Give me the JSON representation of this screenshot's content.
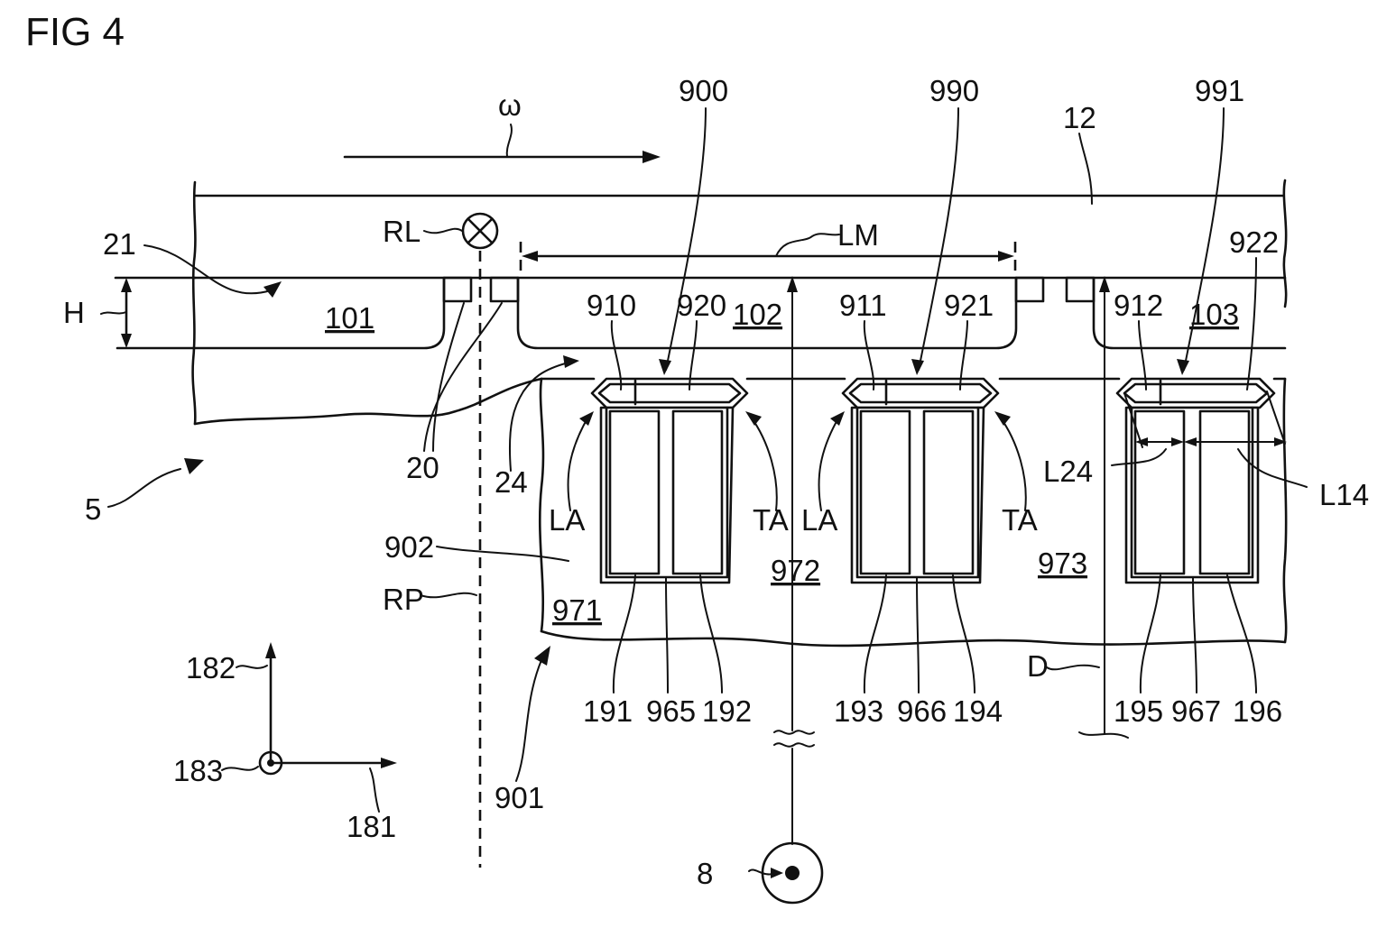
{
  "figure": {
    "title": "FIG 4",
    "omega": "ω",
    "labels": {
      "l900": "900",
      "l990": "990",
      "l991": "991",
      "l12": "12",
      "l21": "21",
      "lRL": "RL",
      "lLM": "LM",
      "l922": "922",
      "lH": "H",
      "l101": "101",
      "l910": "910",
      "l920": "920",
      "l102": "102",
      "l911": "911",
      "l921": "921",
      "l912": "912",
      "l103": "103",
      "l20": "20",
      "l24": "24",
      "l5": "5",
      "lLA1": "LA",
      "lTA1": "TA",
      "lLA2": "LA",
      "lTA2": "TA",
      "lL24": "L24",
      "lL14": "L14",
      "l902": "902",
      "l972": "972",
      "l973": "973",
      "lRP": "RP",
      "l971": "971",
      "l182": "182",
      "l191": "191",
      "l965": "965",
      "l192": "192",
      "l193": "193",
      "l966": "966",
      "l194": "194",
      "lD": "D",
      "l195": "195",
      "l967": "967",
      "l196": "196",
      "l183": "183",
      "l181": "181",
      "l901": "901",
      "l8": "8"
    }
  }
}
